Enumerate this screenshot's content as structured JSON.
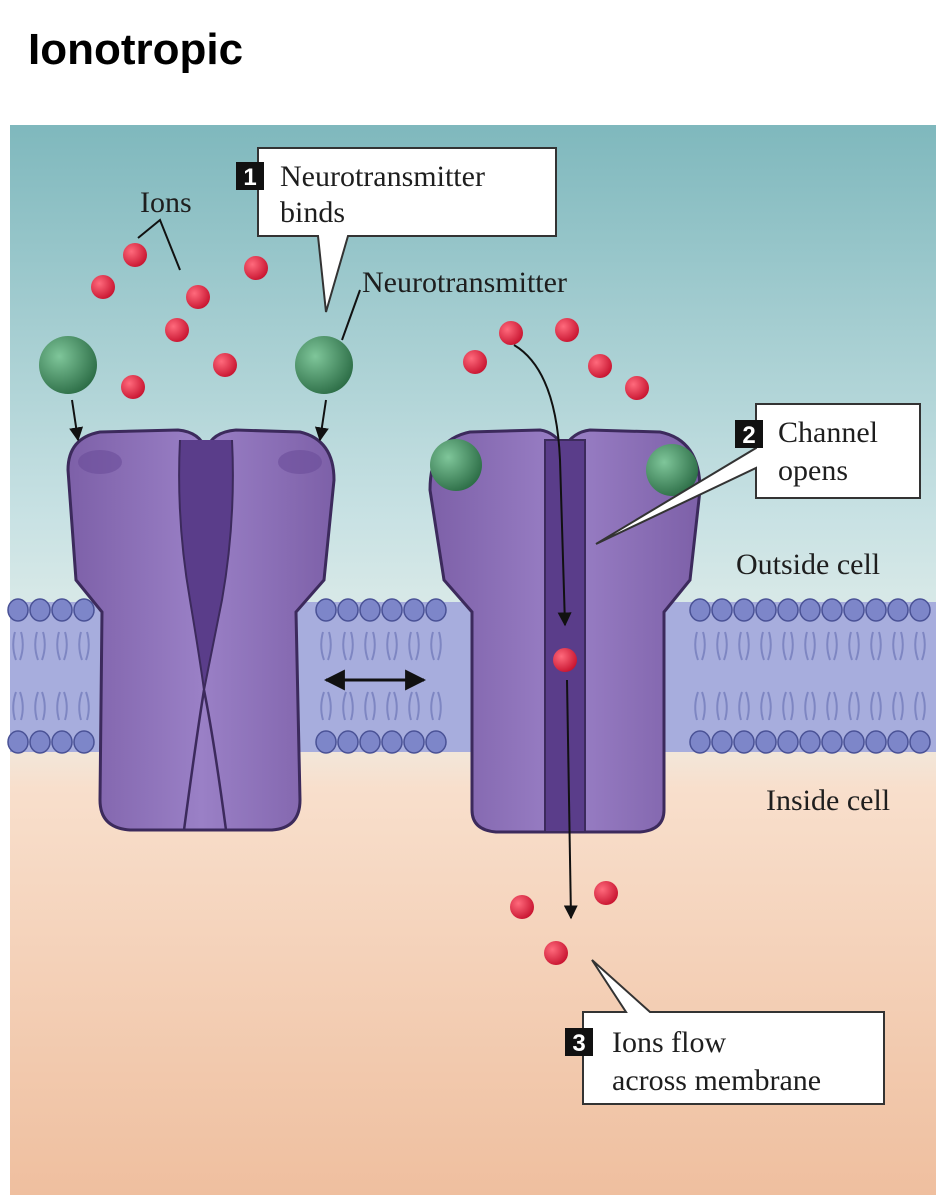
{
  "title": "Ionotropic",
  "labels": {
    "ions": "Ions",
    "neurotransmitter": "Neurotransmitter",
    "outside_cell": "Outside cell",
    "inside_cell": "Inside cell"
  },
  "callouts": [
    {
      "number": "1",
      "lines": [
        "Neurotransmitter",
        "binds"
      ]
    },
    {
      "number": "2",
      "lines": [
        "Channel",
        "opens"
      ]
    },
    {
      "number": "3",
      "lines": [
        "Ions flow",
        "across membrane"
      ]
    }
  ],
  "colors": {
    "extracellular": "#7fb8bd",
    "intracellular": "#f2c6a8",
    "membrane": "#8e96d2",
    "channel": "#8e70b8",
    "ion": "#d8223a",
    "neurotransmitter": "#3f8a5c"
  }
}
